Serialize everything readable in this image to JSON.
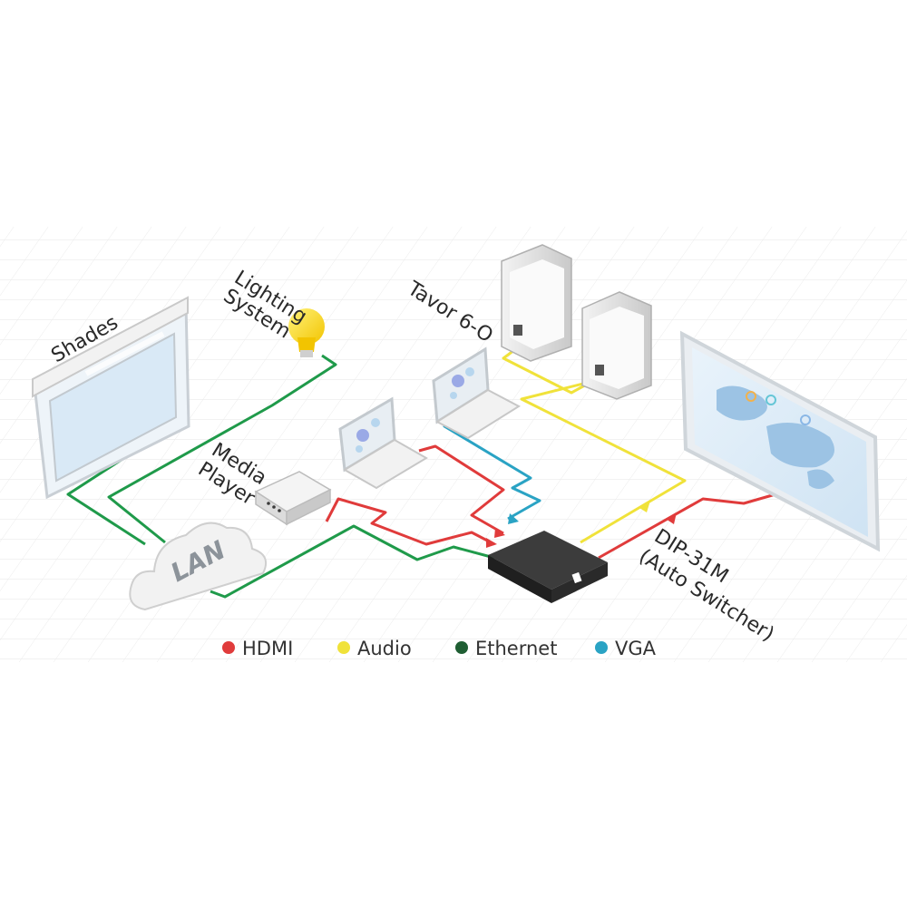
{
  "labels": {
    "shades": "Shades",
    "lighting_1": "Lighting",
    "lighting_2": "System",
    "media_1": "Media",
    "media_2": "Player",
    "speaker": "Tavor 6-O",
    "lan": "LAN",
    "switcher_1": "DIP-31M",
    "switcher_2": "(Auto Switcher)"
  },
  "legend": [
    {
      "label": "HDMI",
      "color": "#e03b3b"
    },
    {
      "label": "Audio",
      "color": "#f0e23a"
    },
    {
      "label": "Ethernet",
      "color": "#1f5e33"
    },
    {
      "label": "VGA",
      "color": "#2aa3c4"
    }
  ],
  "colors": {
    "hdmi": "#e03b3b",
    "audio": "#f0e23a",
    "ethernet": "#1f9a4a",
    "vga": "#2aa3c4"
  }
}
